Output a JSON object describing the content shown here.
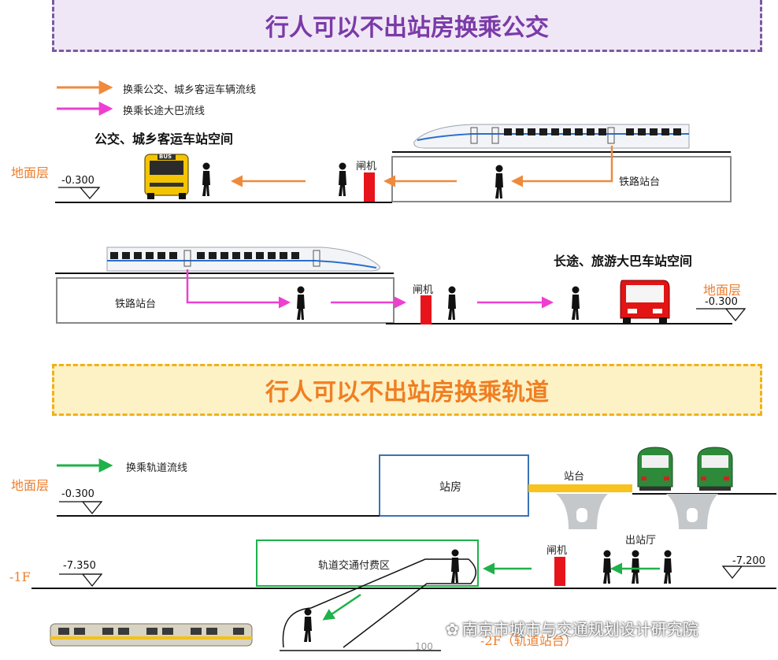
{
  "banners": {
    "bus_title": "行人可以不出站房换乘公交",
    "rail_title": "行人可以不出站房换乘轨道"
  },
  "legend": {
    "bus_flow": "换乘公交、城乡客运车辆流线",
    "coach_flow": "换乘长途大巴流线",
    "rail_flow": "换乘轨道流线"
  },
  "section1": {
    "heading": "公交、城乡客运车站空间",
    "level": "地面层",
    "elevation": "-0.300",
    "gate": "闸机",
    "platform": "铁路站台",
    "bus_sign": "BUS"
  },
  "section2": {
    "heading": "长途、旅游大巴车站空间",
    "level": "地面层",
    "elevation": "-0.300",
    "gate": "闸机",
    "platform": "铁路站台"
  },
  "section3": {
    "ground_level": "地面层",
    "ground_elevation": "-0.300",
    "station_house": "站房",
    "platform": "站台",
    "basement_level": "-1F",
    "basement_elevation_left": "-7.350",
    "basement_elevation_right": "-7.200",
    "paid_area": "轨道交通付费区",
    "gate": "闸机",
    "exit_hall": "出站厅",
    "bottom_level": "-2F（轨道站台）",
    "page_number": "100"
  },
  "watermark": "南京市城市与交通规划设计研究院",
  "colors": {
    "bus_flow": "#ef8a3c",
    "coach_flow": "#ee3fd0",
    "rail_flow": "#1fb14a",
    "gate": "#e8141b",
    "level_label": "#ed7d2d"
  }
}
